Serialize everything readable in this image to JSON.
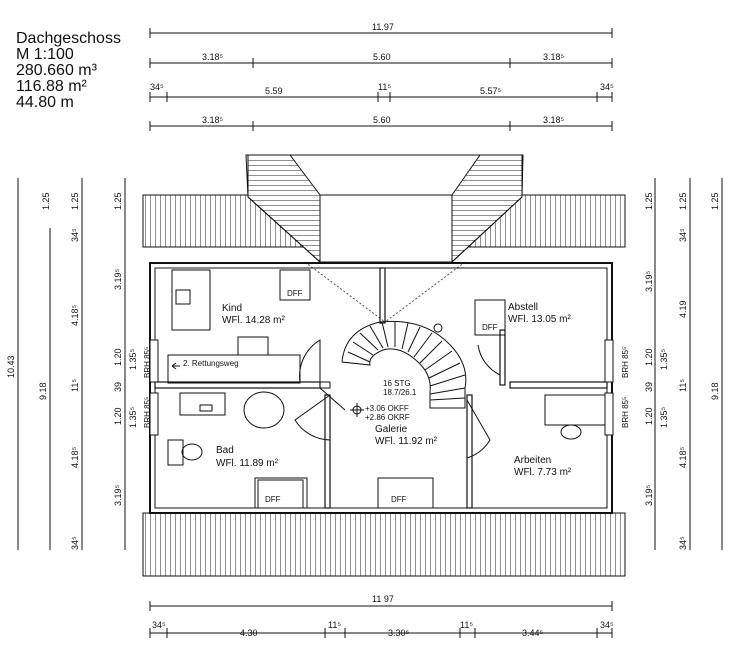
{
  "header": {
    "title": "Dachgeschoss",
    "scale": "M 1:100",
    "volume": "280.660 m³",
    "area": "116.88 m²",
    "length": "44.80 m"
  },
  "dims": {
    "top_overall": "11.97",
    "top_row2": [
      "3.18⁵",
      "5.60",
      "3.18⁵"
    ],
    "top_row3": [
      "34⁵",
      "5.59",
      "11⁵",
      "5.57⁵",
      "34⁵"
    ],
    "top_row4": [
      "3.18⁵",
      "5.60",
      "3.18⁵"
    ],
    "bottom_overall": "11 97",
    "bottom_row": [
      "34⁵",
      "4.30",
      "11⁵",
      "3.30⁵",
      "11⁵",
      "3.44⁵",
      "34⁵"
    ],
    "left_outer": "10.43",
    "left_mid": "9.18",
    "left_col3": [
      "1.25",
      "34⁵",
      "4.18⁵",
      "11⁵",
      "4.18⁵",
      "34⁵"
    ],
    "left_col4": [
      "1.25",
      "3.19⁵",
      "1.35⁵",
      "39",
      "1.35⁵",
      "3.19⁵"
    ],
    "left_col5_small": [
      "1.20",
      "1.20"
    ],
    "right_col1_small": [
      "1.20",
      "1.20"
    ],
    "right_col2": [
      "1.25",
      "3.19⁵",
      "1.35⁵",
      "39",
      "1.35⁵",
      "3.19⁵"
    ],
    "right_col3": [
      "1.25",
      "34⁵",
      "4.19",
      "11⁵",
      "4.18⁵",
      "34⁵"
    ],
    "right_outer": "9.18",
    "right_outer_top": "1.25"
  },
  "rooms": {
    "kind": {
      "name": "Kind",
      "area": "WFl. 14.28 m²"
    },
    "abstell": {
      "name": "Abstell",
      "area": "WFl. 13.05 m²"
    },
    "bad": {
      "name": "Bad",
      "area": "WFl. 11.89 m²"
    },
    "galerie": {
      "name": "Galerie",
      "area": "WFl. 11.92 m²"
    },
    "arbeiten": {
      "name": "Arbeiten",
      "area": "WFl.  7.73 m²"
    }
  },
  "labels": {
    "dff": "DFF",
    "rettungsweg": "2. Rettungsweg",
    "stairs": "16 STG",
    "stairs_ratio": "18.7/26.1",
    "okff1": "+3.06 OKFF",
    "okff2": "+2.86 OKRF",
    "brh": "BRH 85⁵"
  }
}
